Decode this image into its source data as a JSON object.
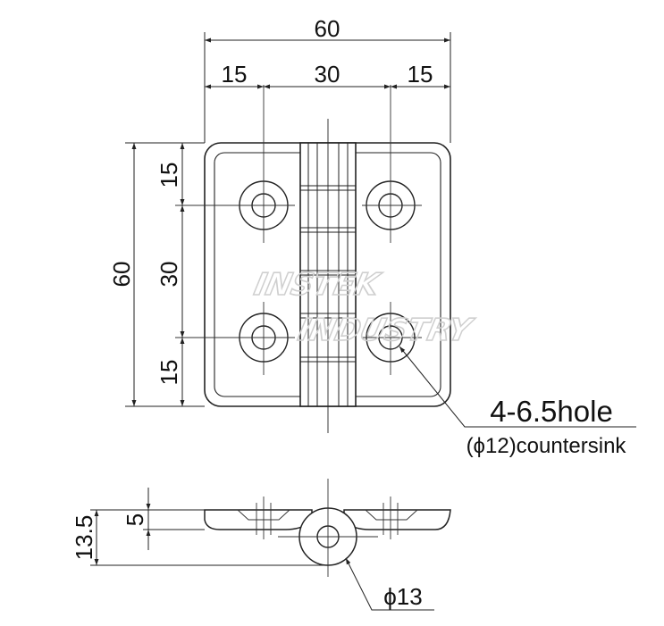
{
  "drawing": {
    "dimensions": {
      "top_overall": "60",
      "top_left": "15",
      "top_middle": "30",
      "top_right": "15",
      "left_overall": "60",
      "left_top": "15",
      "left_middle": "30",
      "left_bottom": "15",
      "side_height": "13.5",
      "side_thickness": "5"
    },
    "hole_note": "4-6.5hole",
    "countersink_note": "(ϕ12)countersink",
    "knuckle_diameter": "ϕ13",
    "watermark": [
      "INSTEK",
      "INDUSTRY"
    ]
  }
}
